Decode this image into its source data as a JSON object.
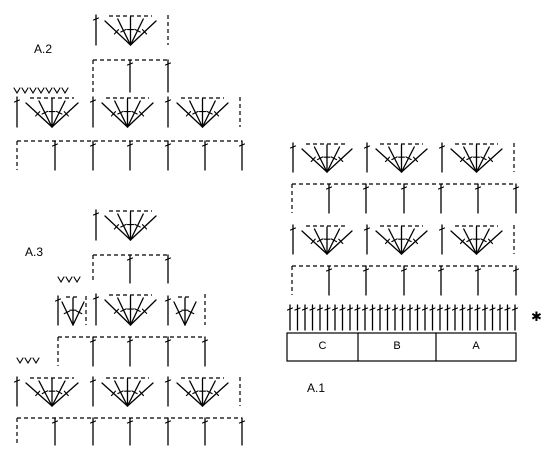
{
  "labels": {
    "a2": "A.2",
    "a3": "A.3",
    "a1": "A.1",
    "seg_c": "C",
    "seg_b": "B",
    "seg_a": "A",
    "marker": "✱"
  },
  "stroke_color": "#000000",
  "background": "#ffffff"
}
